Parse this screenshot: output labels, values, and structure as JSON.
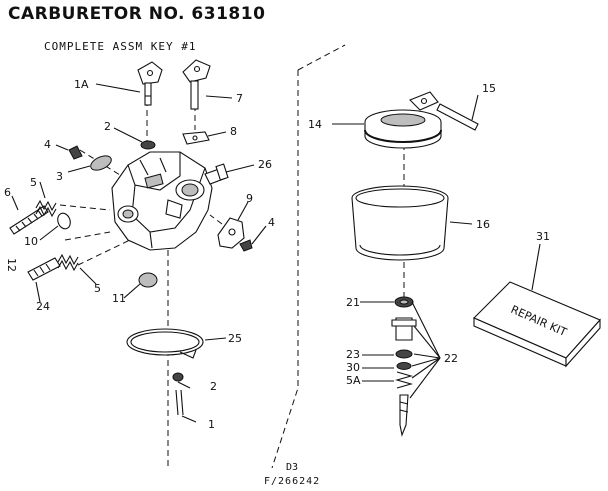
{
  "header": {
    "title": "CARBURETOR NO. 631810",
    "subtitle": "COMPLETE ASSM KEY #1"
  },
  "callouts": {
    "c1A": "1A",
    "c7": "7",
    "c2a": "2",
    "c8": "8",
    "c4a": "4",
    "c3": "3",
    "c5a": "5",
    "c6": "6",
    "c10": "10",
    "c12": "12",
    "c24": "24",
    "c5b": "5",
    "c11": "11",
    "c26": "26",
    "c9": "9",
    "c4b": "4",
    "c25": "25",
    "c2b": "2",
    "c1": "1",
    "c14": "14",
    "c15": "15",
    "c16": "16",
    "c31": "31",
    "c21": "21",
    "c23": "23",
    "c30": "30",
    "c5A": "5A",
    "c22": "22"
  },
  "kit_label": "REPAIR KIT",
  "footer": {
    "code": "D3",
    "part_ref": "F/266242"
  }
}
